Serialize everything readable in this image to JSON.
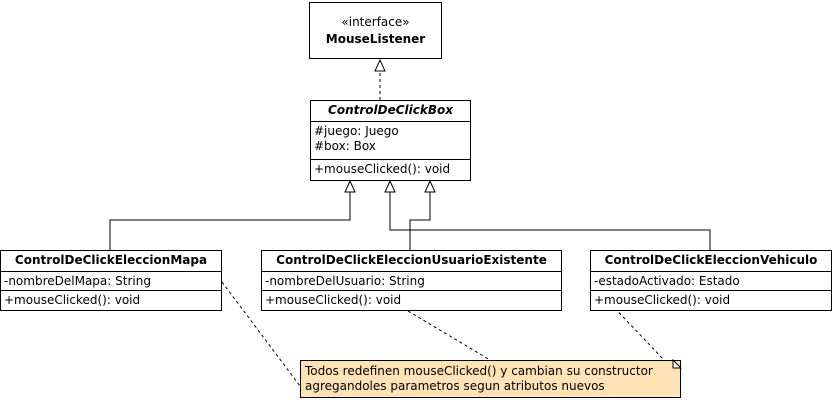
{
  "interface_box": {
    "stereotype": "«interface»",
    "name": "MouseListener"
  },
  "base_class": {
    "name": "ControlDeClickBox",
    "attributes": [
      "#juego: Juego",
      "#box: Box"
    ],
    "methods": [
      "+mouseClicked(): void"
    ]
  },
  "classes": [
    {
      "name": "ControlDeClickEleccionMapa",
      "attributes": [
        "-nombreDelMapa: String"
      ],
      "methods": [
        "+mouseClicked(): void"
      ]
    },
    {
      "name": "ControlDeClickEleccionUsuarioExistente",
      "attributes": [
        "-nombreDelUsuario: String"
      ],
      "methods": [
        "+mouseClicked(): void"
      ]
    },
    {
      "name": "ControlDeClickEleccionVehiculo",
      "attributes": [
        "-estadoActivado: Estado"
      ],
      "methods": [
        "+mouseClicked(): void"
      ]
    }
  ],
  "note": {
    "lines": [
      "Todos redefinen mouseClicked() y cambian su constructor",
      "agregandoles parametros segun atributos nuevos"
    ]
  },
  "colors": {
    "note_fill": "#ffe3b6",
    "line": "#000000",
    "background": "#ffffff"
  }
}
